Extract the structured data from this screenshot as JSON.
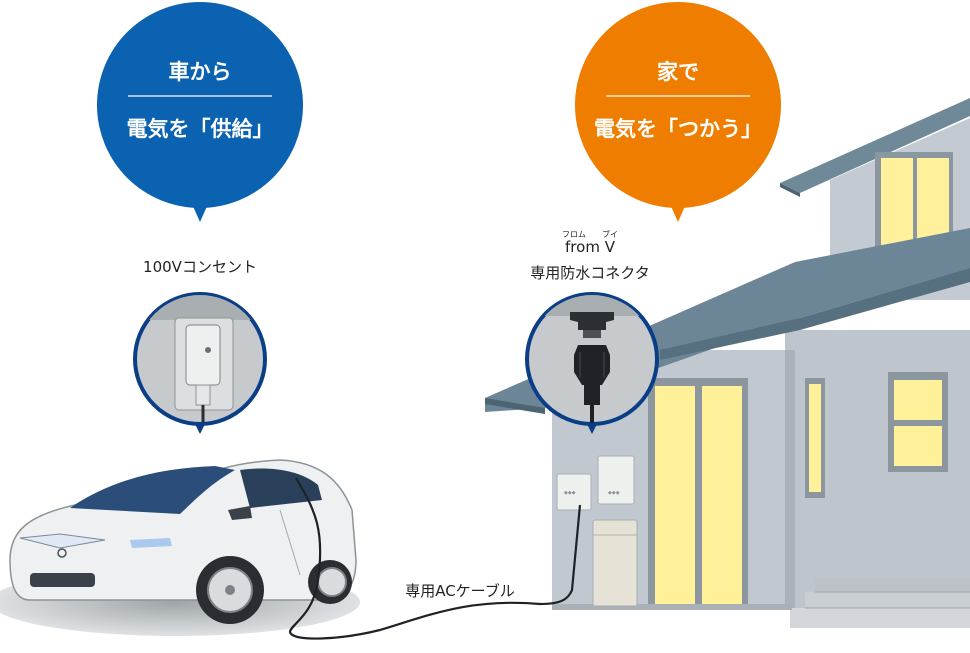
{
  "bubble_car": {
    "line1": "車から",
    "line2": "電気を「供給」",
    "color": "#0a62b0"
  },
  "bubble_home": {
    "line1": "家で",
    "line2": "電気を「つかう」",
    "color": "#ee7d00"
  },
  "outlet_label": "100Vコンセント",
  "connector_ruby_1": "フロム",
  "connector_ruby_2": "ブイ",
  "connector_label_1": "from V",
  "connector_label_2": "専用防水コネクタ",
  "cable_label": "専用ACケーブル",
  "colors": {
    "roof": "#6c8697",
    "wall": "#c2c8cf",
    "window_glow": "#fff09a",
    "car_body": "#eef0f1"
  }
}
